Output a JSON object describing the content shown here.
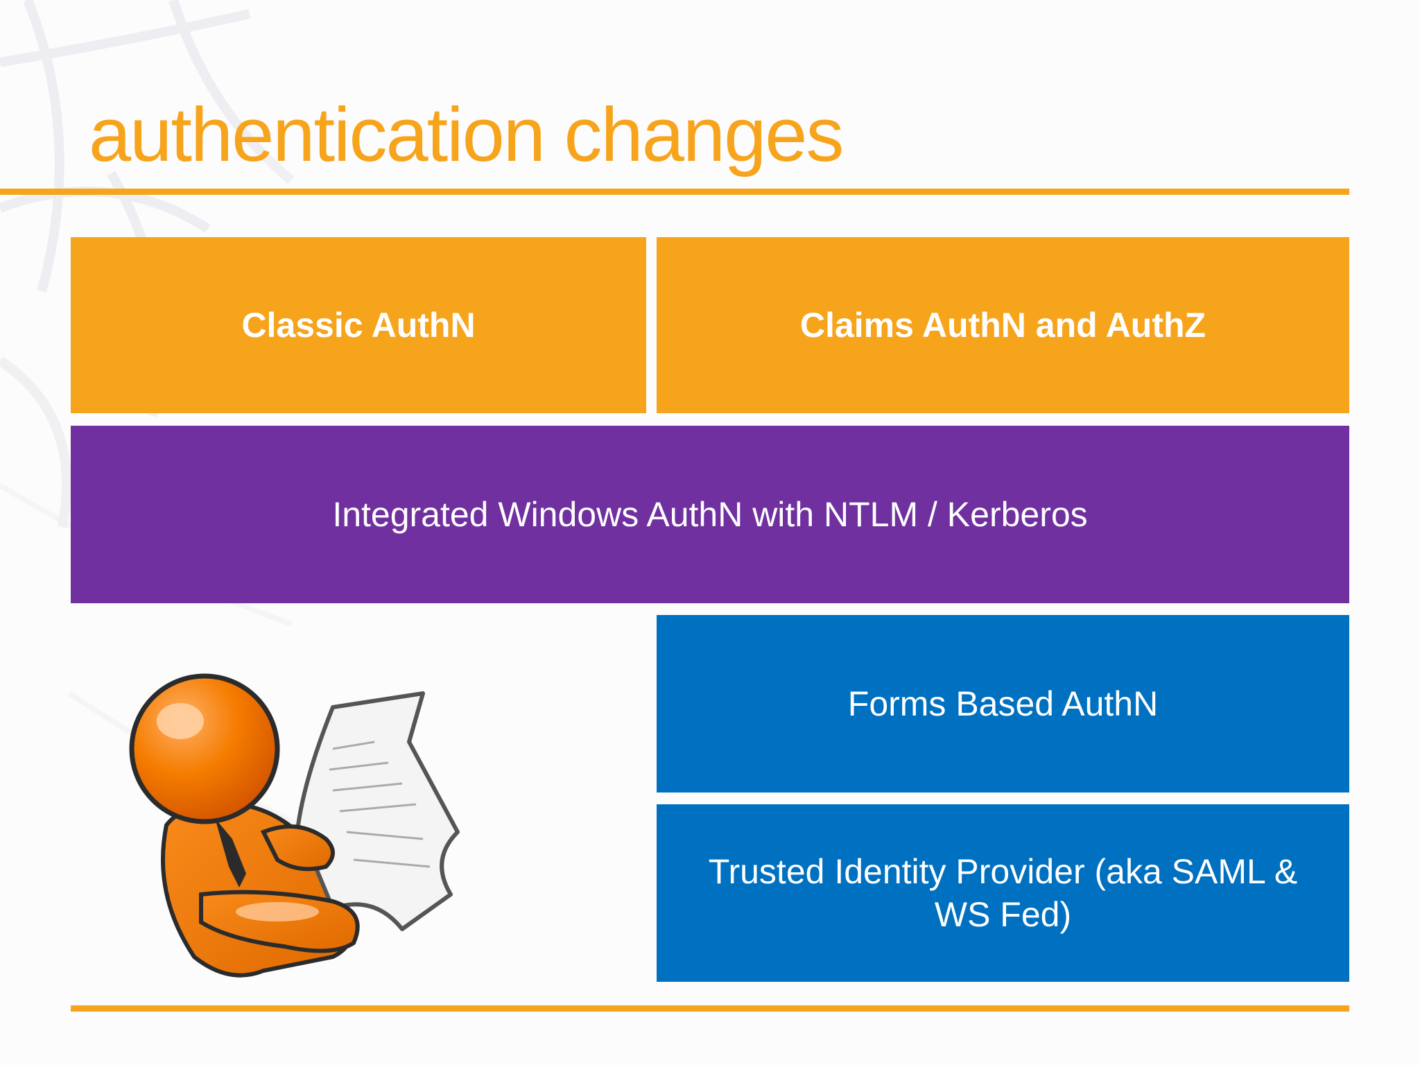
{
  "slide": {
    "title": "authentication changes",
    "boxes": {
      "classic": "Classic AuthN",
      "claims": "Claims AuthN and AuthZ",
      "iwa": "Integrated Windows AuthN with NTLM / Kerberos",
      "forms": "Forms Based AuthN",
      "trusted": "Trusted Identity Provider (aka SAML & WS Fed)"
    },
    "colors": {
      "accent_orange": "#f7a41d",
      "purple": "#7030a0",
      "blue": "#0070c0"
    },
    "illustration": "orange-figure-reading-paper"
  }
}
